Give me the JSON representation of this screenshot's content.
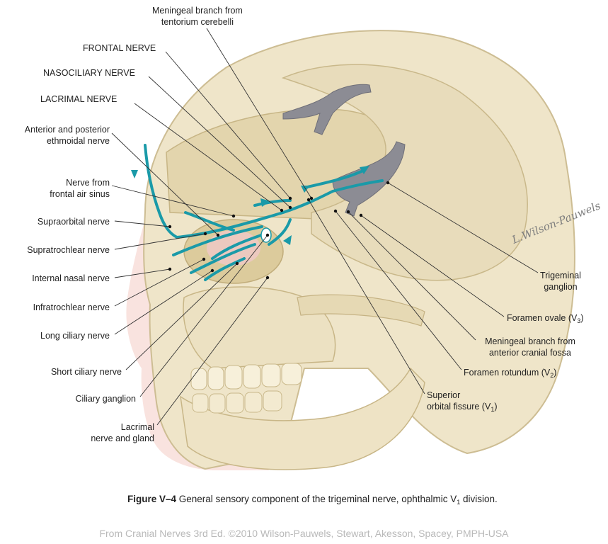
{
  "labels": {
    "meningeal_tentorium": [
      "Meningeal branch from",
      "tentorium cerebelli"
    ],
    "frontal_nerve": "FRONTAL NERVE",
    "nasociliary_nerve": "NASOCILIARY NERVE",
    "lacrimal_nerve": "LACRIMAL NERVE",
    "ethmoidal_nerve": [
      "Anterior and posterior",
      "ethmoidal nerve"
    ],
    "nerve_frontal_sinus": [
      "Nerve from",
      "frontal air sinus"
    ],
    "supraorbital_nerve": "Supraorbital nerve",
    "supratrochlear_nerve": "Supratrochlear nerve",
    "internal_nasal_nerve": "Internal nasal nerve",
    "infratrochlear_nerve": "Infratrochlear nerve",
    "long_ciliary_nerve": "Long ciliary nerve",
    "short_ciliary_nerve": "Short ciliary nerve",
    "ciliary_ganglion": "Ciliary ganglion",
    "lacrimal_nerve_gland": [
      "Lacrimal",
      "nerve and gland"
    ],
    "trigeminal_ganglion": [
      "Trigeminal",
      "ganglion"
    ],
    "foramen_ovale": {
      "text": "Foramen ovale (V",
      "sub": "3",
      "tail": ")"
    },
    "meningeal_anterior": [
      "Meningeal branch from",
      "anterior cranial fossa"
    ],
    "foramen_rotundum": {
      "text": "Foramen rotundum (V",
      "sub": "2",
      "tail": ")"
    },
    "superior_orbital_fissure": {
      "line1": "Superior",
      "text": "orbital fissure (V",
      "sub": "1",
      "tail": ")"
    }
  },
  "signature": "L.Wilson-Pauwels",
  "caption": {
    "figure": "Figure V–4",
    "text": " General sensory component of the trigeminal nerve, ophthalmic V",
    "sub": "1",
    "tail": " division."
  },
  "source": "From Cranial Nerves 3rd Ed. ©2010 Wilson-Pauwels, Stewart, Akesson, Spacey, PMPH-USA",
  "colors": {
    "nerve": "#1a9aa8",
    "bone": "#eee3c6",
    "bone_shade": "#d8c9a2",
    "ganglion": "#8c8c94",
    "skin": "#f2c6c1",
    "leader": "#333333",
    "dot": "#111111"
  }
}
